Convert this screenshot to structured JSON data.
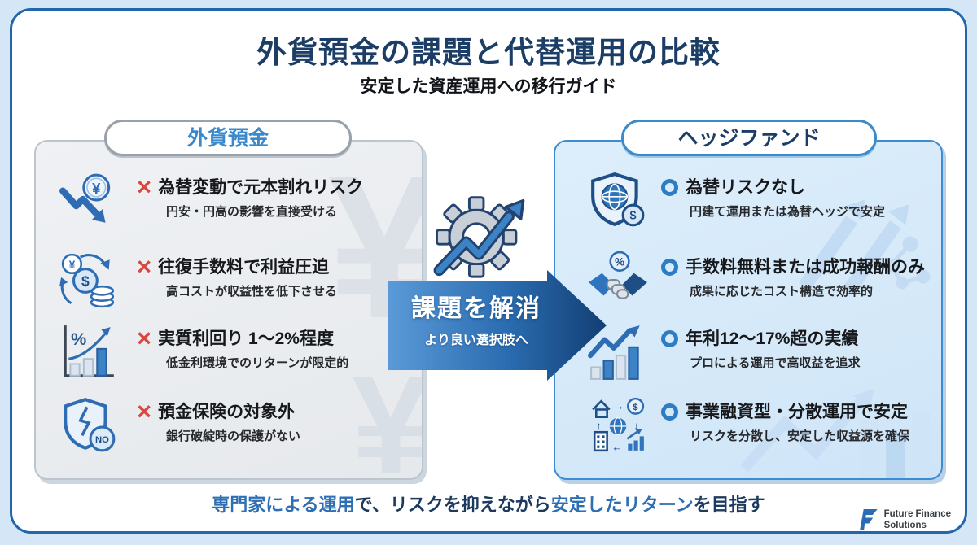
{
  "header": {
    "title": "外貨預金の課題と代替運用の比較",
    "subtitle": "安定した資産運用への移行ガイド"
  },
  "marks": {
    "negative": "×",
    "positive": "○"
  },
  "left_panel": {
    "header": "外貨預金",
    "watermark": "¥",
    "items": [
      {
        "icon": "declining-yen-arrow",
        "title": "為替変動で元本割れリスク",
        "subtitle": "円安・円高の影響を直接受ける"
      },
      {
        "icon": "currency-exchange-coins",
        "title": "往復手数料で利益圧迫",
        "subtitle": "高コストが収益性を低下させる"
      },
      {
        "icon": "low-yield-bar-chart",
        "title": "実質利回り 1〜2%程度",
        "subtitle": "低金利環境でのリターンが限定的"
      },
      {
        "icon": "broken-shield-no",
        "title": "預金保険の対象外",
        "subtitle": "銀行破綻時の保護がない"
      }
    ]
  },
  "center": {
    "icon": "gear-growth-arrow",
    "headline": "課題を解消",
    "subline": "より良い選択肢へ"
  },
  "right_panel": {
    "header": "ヘッジファンド",
    "items": [
      {
        "icon": "globe-shield-dollar",
        "title": "為替リスクなし",
        "subtitle": "円建て運用または為替ヘッジで安定"
      },
      {
        "icon": "handshake-percent",
        "title": "手数料無料または成功報酬のみ",
        "subtitle": "成果に応じたコスト構造で効率的"
      },
      {
        "icon": "rising-bar-chart",
        "title": "年利12〜17%超の実績",
        "subtitle": "プロによる運用で高収益を追求"
      },
      {
        "icon": "diversified-allocation",
        "title": "事業融資型・分散運用で安定",
        "subtitle": "リスクを分散し、安定した収益源を確保"
      }
    ]
  },
  "footer": {
    "segments": [
      {
        "text": "専門家による運用",
        "emphasis": true
      },
      {
        "text": "で、リスクを抑えながら",
        "emphasis": false
      },
      {
        "text": "安定したリターン",
        "emphasis": true
      },
      {
        "text": "を目指す",
        "emphasis": false
      }
    ],
    "logo": {
      "line1": "Future Finance",
      "line2": "Solutions"
    }
  },
  "colors": {
    "accent_blue": "#2e75bd",
    "dark_navy": "#1c3e66",
    "negative_red": "#d9473e",
    "left_pill_text": "#3989cc",
    "panel_left_bg": "#ebedf0",
    "panel_right_bg": "#d9ebfa",
    "arrow_gradient_start": "#5b9ad8",
    "arrow_gradient_end": "#123e73"
  }
}
